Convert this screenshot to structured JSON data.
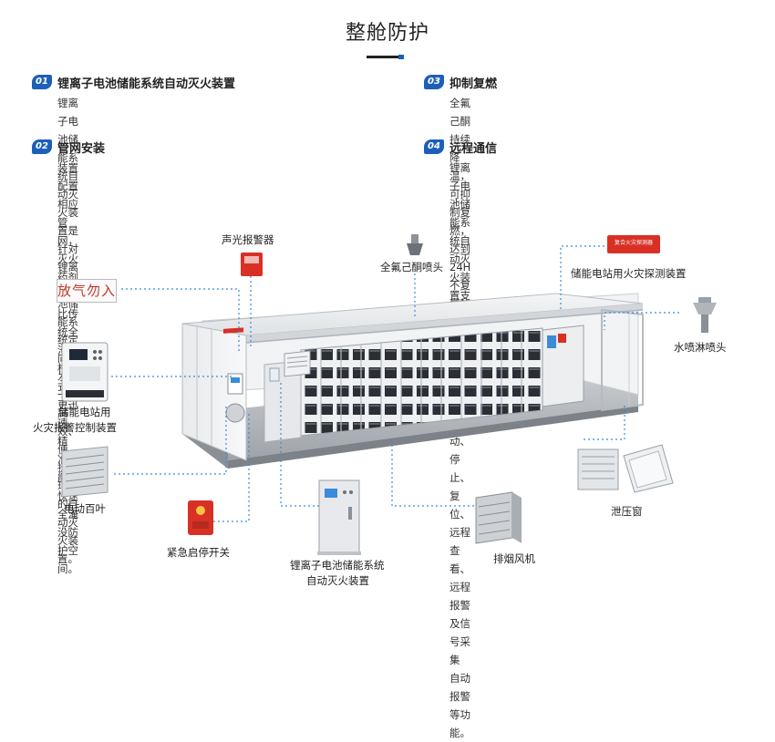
{
  "header": {
    "title": "整舱防护"
  },
  "features": [
    {
      "num": "01",
      "title": "锂离子电池储能系统自动灭火装置",
      "lines": [
        "锂离子电池储能系统自动灭火装置是针对锂离子电池储能系",
        "统定向研发的一款高效、便捷、环保的自动灭火装置。"
      ]
    },
    {
      "num": "02",
      "title": "管网安装",
      "lines": [
        "装置配置相应管网，灭火药剂释放比传统全淹没柜式，更迅",
        "速、精准，能更快速全淹没防护空间。"
      ]
    },
    {
      "num": "03",
      "title": "抑制复燃",
      "lines": [
        "全氟己酮持续降温，可抑制复燃，达到24H不复燃的效果。"
      ]
    },
    {
      "num": "04",
      "title": "远程通信",
      "lines": [
        "锂离子电池储能系统自动灭火装置支持网络通信，可实现",
        "远程启动、停止、复位、远程查看、远程报警及信号采集",
        "自动报警等功能。"
      ]
    }
  ],
  "labels": {
    "alarm": "声光报警器",
    "nozzle": "全氟己酮喷头",
    "detector": "储能电站用火灾探测装置",
    "sprinkler": "水喷淋喷头",
    "controller_1": "储能电站用",
    "controller_2": "火灾报警控制装置",
    "louver": "电动百叶",
    "estop": "紧急启停开关",
    "device_1": "锂离子电池储能系统",
    "device_2": "自动灭火装置",
    "fan": "排烟风机",
    "vent": "泄压窗",
    "sign": "放气勿入",
    "detector_panel": "复合火灾探测器"
  },
  "colors": {
    "accent": "#1d5fb8",
    "leader": "#3b8bd8",
    "alarm_red": "#d93025"
  }
}
